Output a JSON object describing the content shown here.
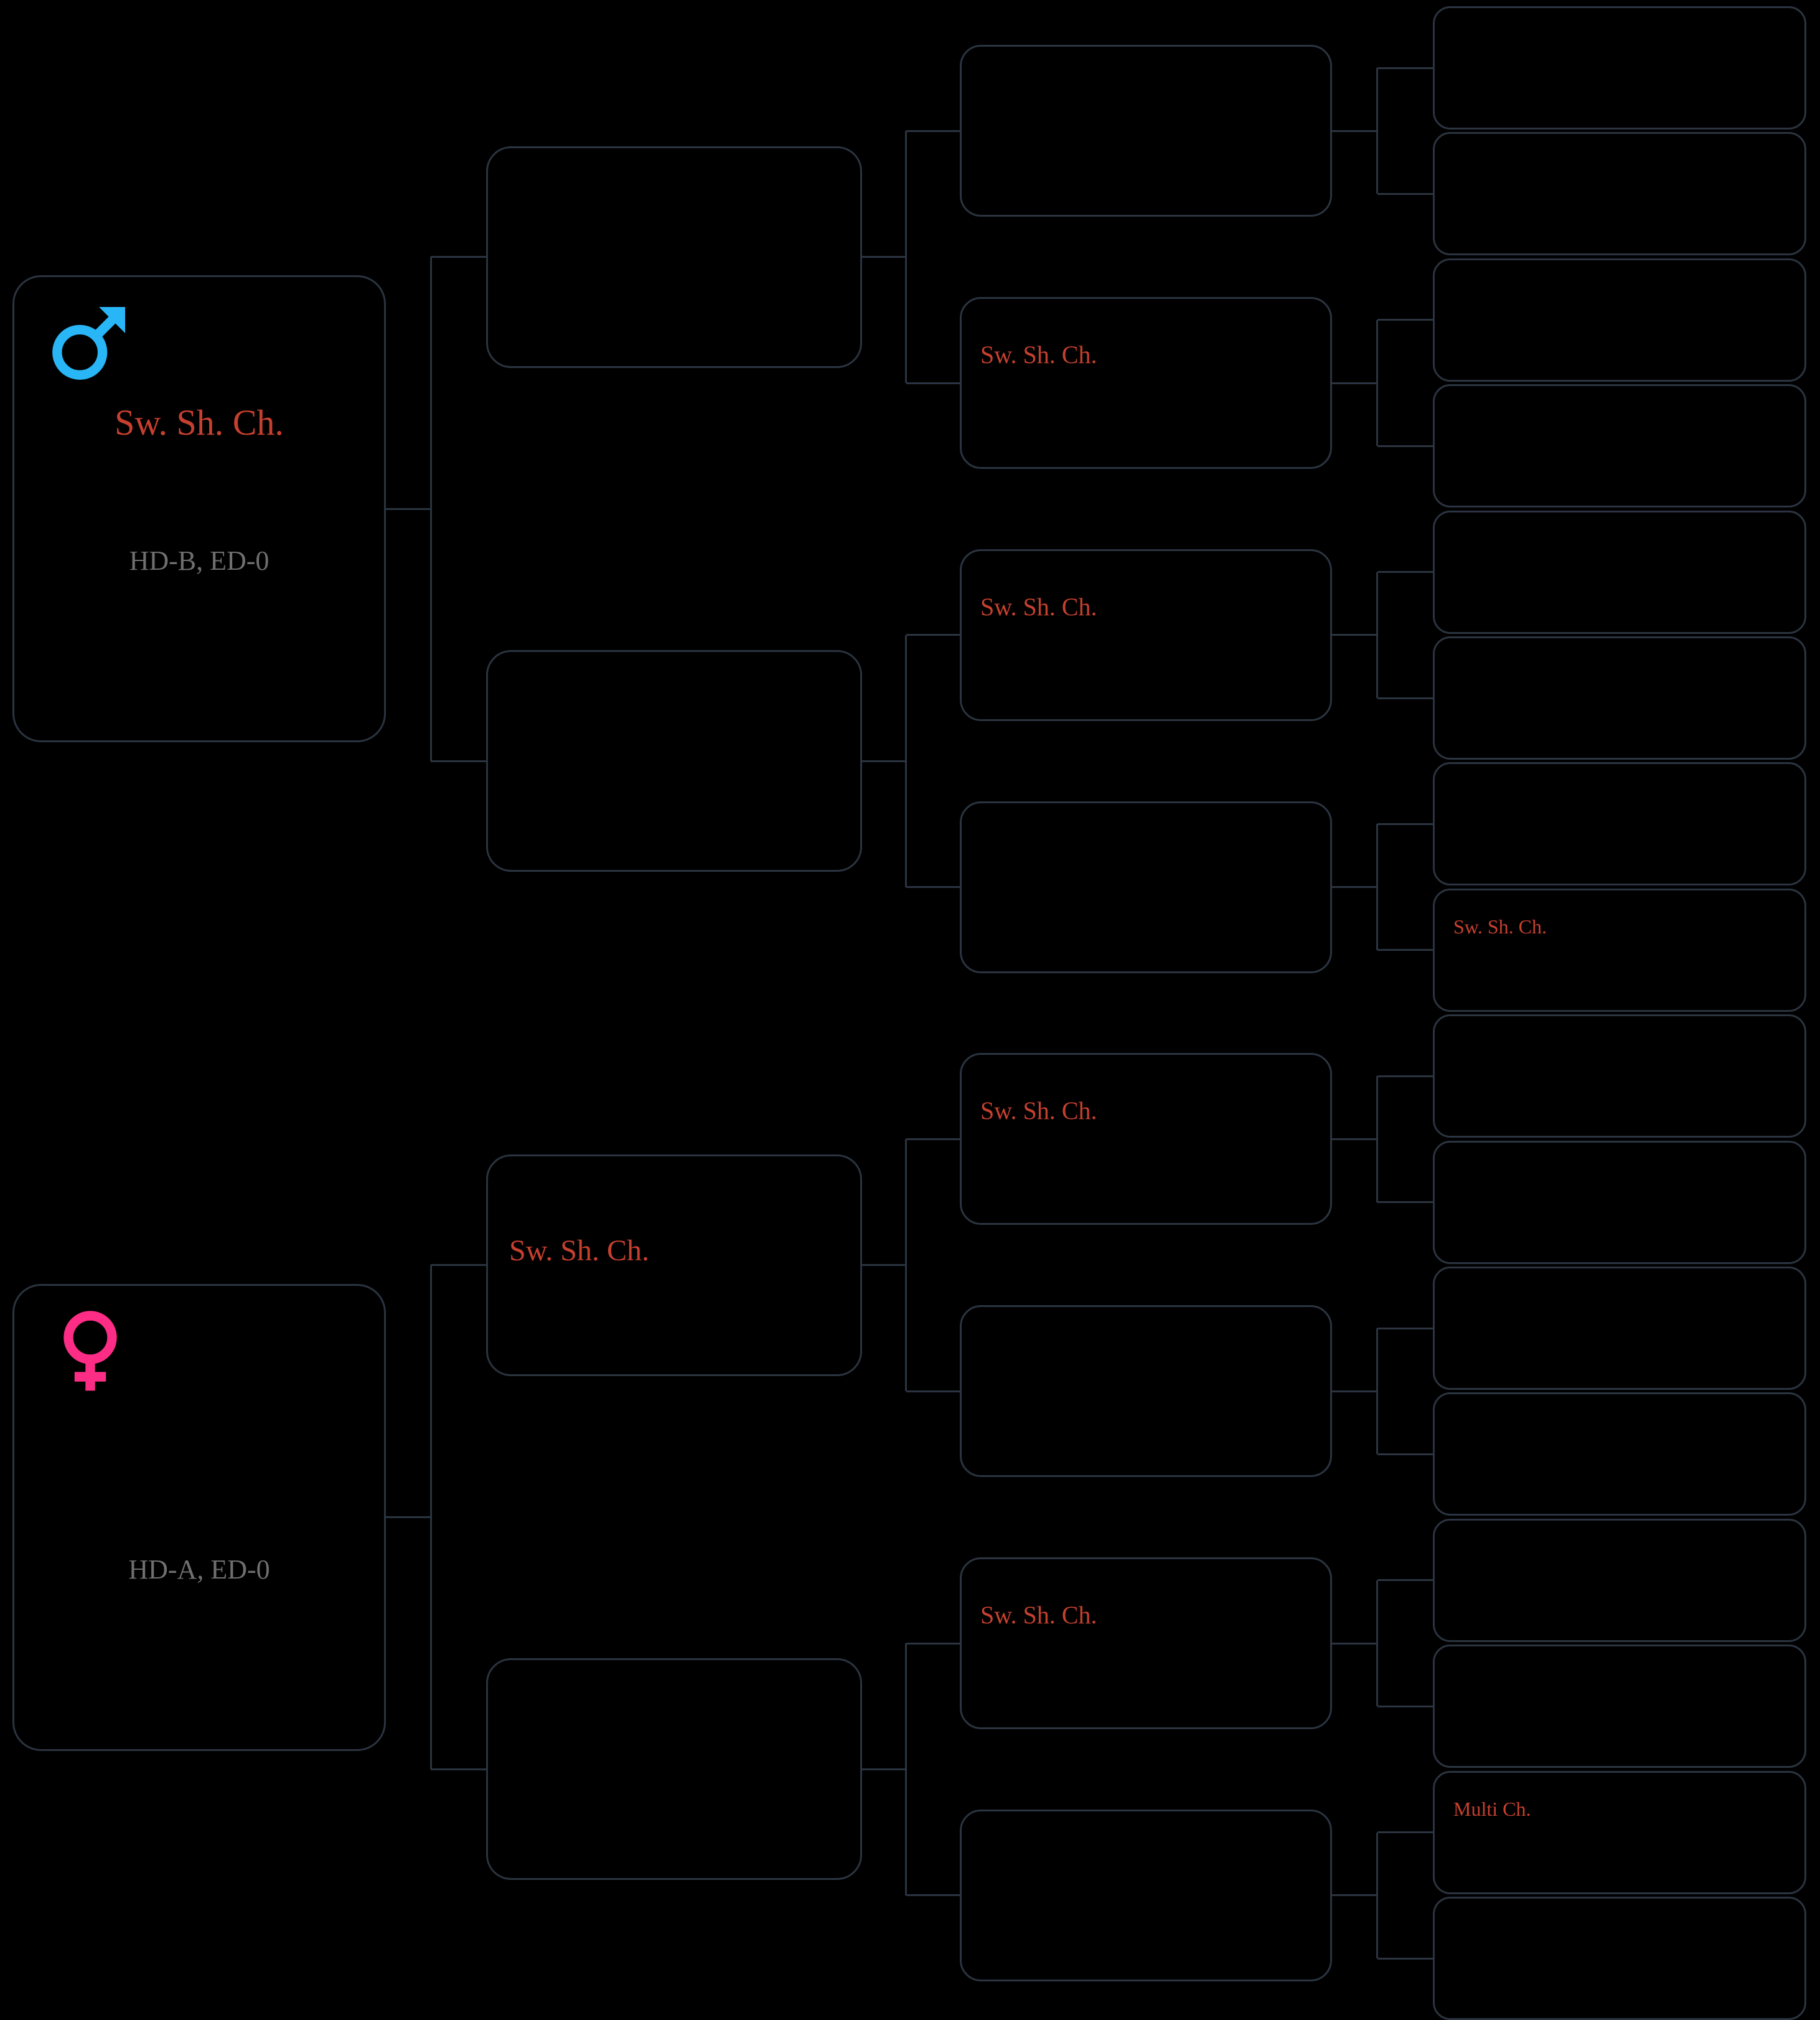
{
  "meta": {
    "kind": "pedigree-chart",
    "generations": 4,
    "background_color": "#000000",
    "card_border_color": "#2b3440",
    "title_color": "#c6402f",
    "health_color": "#6f6f6f",
    "male_icon_color": "#29b6f6",
    "female_icon_color": "#fd2d86"
  },
  "generation1": [
    {
      "id": "sire",
      "sex": "male",
      "sex_icon": "mars-icon",
      "title": "Sw. Sh. Ch.",
      "health": "HD-B, ED-0"
    },
    {
      "id": "dam",
      "sex": "female",
      "sex_icon": "venus-icon",
      "title": "",
      "health": "HD-A, ED-0"
    }
  ],
  "generation2": [
    {
      "id": "g2-1",
      "title": ""
    },
    {
      "id": "g2-2",
      "title": ""
    },
    {
      "id": "g2-3",
      "title": "Sw. Sh. Ch."
    },
    {
      "id": "g2-4",
      "title": ""
    }
  ],
  "generation3": [
    {
      "id": "g3-1",
      "title": ""
    },
    {
      "id": "g3-2",
      "title": "Sw. Sh. Ch."
    },
    {
      "id": "g3-3",
      "title": "Sw. Sh. Ch."
    },
    {
      "id": "g3-4",
      "title": ""
    },
    {
      "id": "g3-5",
      "title": "Sw. Sh. Ch."
    },
    {
      "id": "g3-6",
      "title": ""
    },
    {
      "id": "g3-7",
      "title": "Sw. Sh. Ch."
    },
    {
      "id": "g3-8",
      "title": ""
    }
  ],
  "generation4": [
    {
      "id": "g4-1",
      "title": ""
    },
    {
      "id": "g4-2",
      "title": ""
    },
    {
      "id": "g4-3",
      "title": ""
    },
    {
      "id": "g4-4",
      "title": ""
    },
    {
      "id": "g4-5",
      "title": ""
    },
    {
      "id": "g4-6",
      "title": ""
    },
    {
      "id": "g4-7",
      "title": ""
    },
    {
      "id": "g4-8",
      "title": "Sw. Sh. Ch."
    },
    {
      "id": "g4-9",
      "title": ""
    },
    {
      "id": "g4-10",
      "title": ""
    },
    {
      "id": "g4-11",
      "title": ""
    },
    {
      "id": "g4-12",
      "title": ""
    },
    {
      "id": "g4-13",
      "title": ""
    },
    {
      "id": "g4-14",
      "title": ""
    },
    {
      "id": "g4-15",
      "title": "Multi Ch."
    },
    {
      "id": "g4-16",
      "title": ""
    }
  ]
}
